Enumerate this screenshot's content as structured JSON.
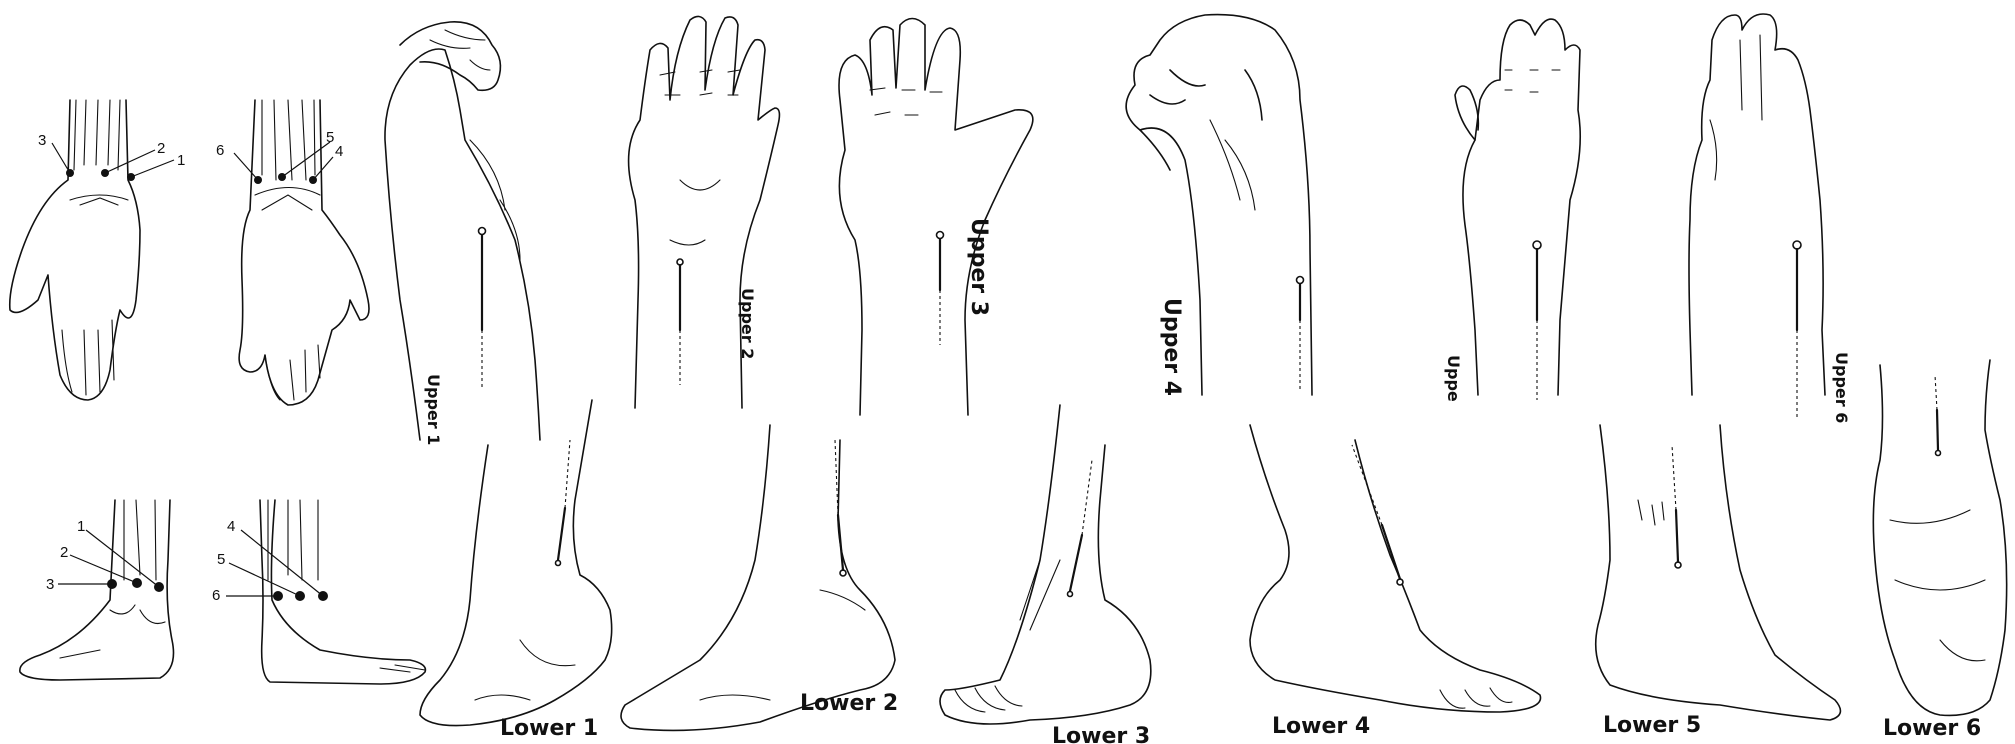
{
  "points": {
    "wrist_dorsal": [
      "1",
      "2",
      "3"
    ],
    "wrist_palmar": [
      "4",
      "5",
      "6"
    ],
    "ankle_lateral": [
      "1",
      "2",
      "3"
    ],
    "ankle_medial": [
      "4",
      "5",
      "6"
    ]
  },
  "panels": {
    "upper": [
      "Upper 1",
      "Upper 2",
      "Upper 3",
      "Upper 4",
      "Uppe",
      "Upper 6"
    ],
    "lower": [
      "Lower 1",
      "Lower 2",
      "Lower 3",
      "Lower 4",
      "Lower 5",
      "Lower 6"
    ]
  }
}
